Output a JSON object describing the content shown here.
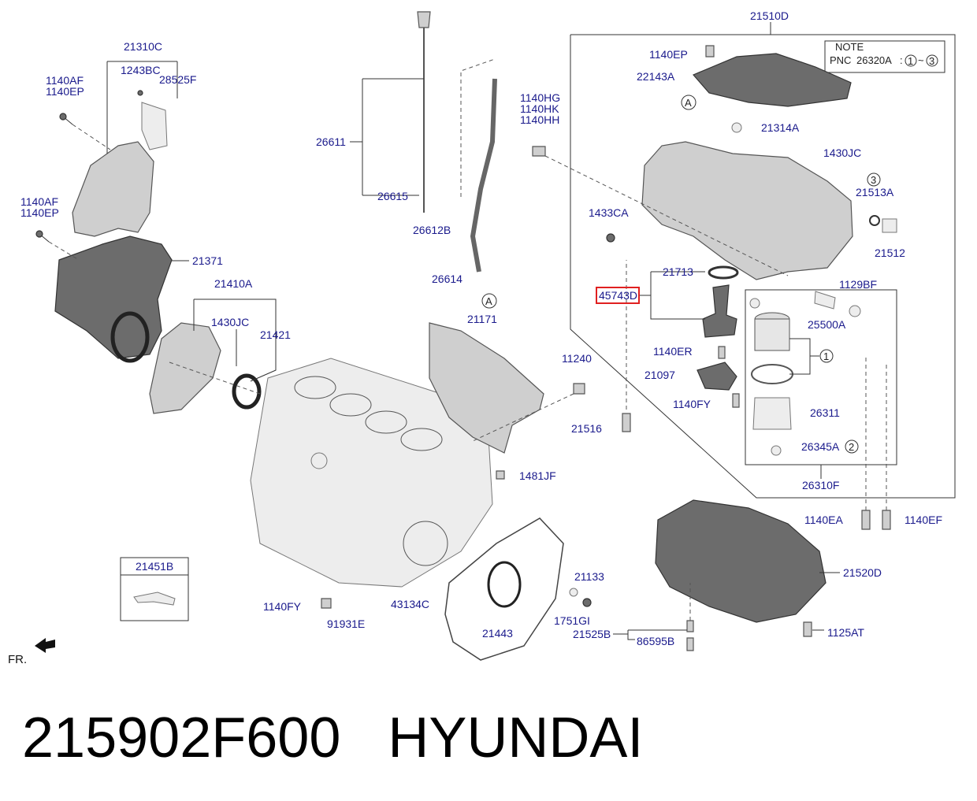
{
  "callouts": {
    "c21510D": "21510D",
    "c21310C": "21310C",
    "c1243BC": "1243BC",
    "c28525F": "28525F",
    "c1140AF_a": "1140AF",
    "c1140EP_a": "1140EP",
    "c1140AF_b": "1140AF",
    "c1140EP_b": "1140EP",
    "c21371": "21371",
    "c21410A": "21410A",
    "c1430JC_a": "1430JC",
    "c21421": "21421",
    "c26611": "26611",
    "c26615": "26615",
    "c26612B": "26612B",
    "c26614": "26614",
    "c21171": "21171",
    "c1140HG": "1140HG",
    "c1140HK": "1140HK",
    "c1140HH": "1140HH",
    "c11240": "11240",
    "c1481JF": "1481JF",
    "c21451B": "21451B",
    "c1140FY_a": "1140FY",
    "c91931E": "91931E",
    "c43134C": "43134C",
    "c21443": "21443",
    "c21133": "21133",
    "c1751GI": "1751GI",
    "c1140EP_c": "1140EP",
    "c22143A": "22143A",
    "c21314A": "21314A",
    "c1430JC_b": "1430JC",
    "c21513A": "21513A",
    "c21512": "21512",
    "c1433CA": "1433CA",
    "c21713": "21713",
    "c45743D": "45743D",
    "c1129BF": "1129BF",
    "c25500A": "25500A",
    "c1140ER": "1140ER",
    "c21097": "21097",
    "c1140FY_b": "1140FY",
    "c21516": "21516",
    "c26311": "26311",
    "c26345A": "26345A",
    "c26310F": "26310F",
    "c1140EA": "1140EA",
    "c1140EF": "1140EF",
    "c21520D": "21520D",
    "c21525B": "21525B",
    "c86595B": "86595B",
    "c1125AT": "1125AT"
  },
  "note": {
    "title": "NOTE",
    "pnc_label": "PNC",
    "pnc_value": "26320A",
    "range_from": "1",
    "range_sep": "~",
    "range_to": "3"
  },
  "markers": {
    "a1": "A",
    "a2": "A",
    "n1": "1",
    "n2": "2",
    "n3": "3"
  },
  "orientation": "FR.",
  "highlight_color": "#e02020",
  "caption": {
    "part_number": "215902F600",
    "brand": "HYUNDAI"
  }
}
